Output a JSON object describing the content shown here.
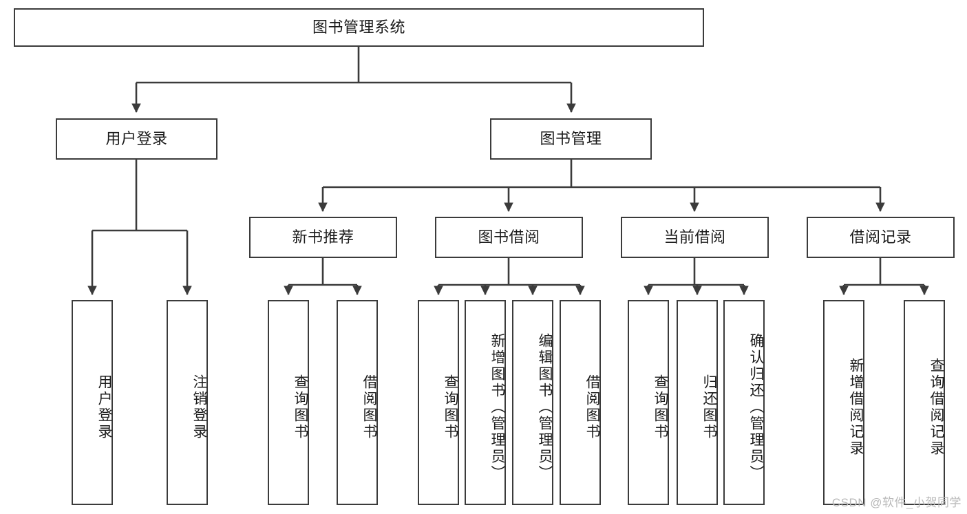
{
  "diagram": {
    "type": "tree",
    "title": "图书管理系统",
    "colors": {
      "box_border": "#3b3b3b",
      "box_fill": "#ffffff",
      "line": "#3b3b3b",
      "text": "#1b1b1b",
      "watermark": "#b9b9b9",
      "background": "#ffffff"
    },
    "root": {
      "label": "图书管理系统"
    },
    "level2": [
      {
        "label": "用户登录"
      },
      {
        "label": "图书管理"
      }
    ],
    "level3": [
      {
        "label": "新书推荐"
      },
      {
        "label": "图书借阅"
      },
      {
        "label": "当前借阅"
      },
      {
        "label": "借阅记录"
      }
    ],
    "leaves": {
      "user_login": [
        {
          "label": "用户登录"
        },
        {
          "label": "注销登录"
        }
      ],
      "new_book": [
        {
          "label": "查询图书"
        },
        {
          "label": "借阅图书"
        }
      ],
      "book_borrow": [
        {
          "label": "查询图书"
        },
        {
          "label": "新增图书（管理员）"
        },
        {
          "label": "编辑图书（管理员）"
        },
        {
          "label": "借阅图书"
        }
      ],
      "current_borrow": [
        {
          "label": "查询图书"
        },
        {
          "label": "归还图书"
        },
        {
          "label": "确认归还（管理员）"
        }
      ],
      "borrow_record": [
        {
          "label": "新增借阅记录"
        },
        {
          "label": "查询借阅记录"
        }
      ]
    },
    "watermark": "CSDN @软件_小贺同学"
  }
}
